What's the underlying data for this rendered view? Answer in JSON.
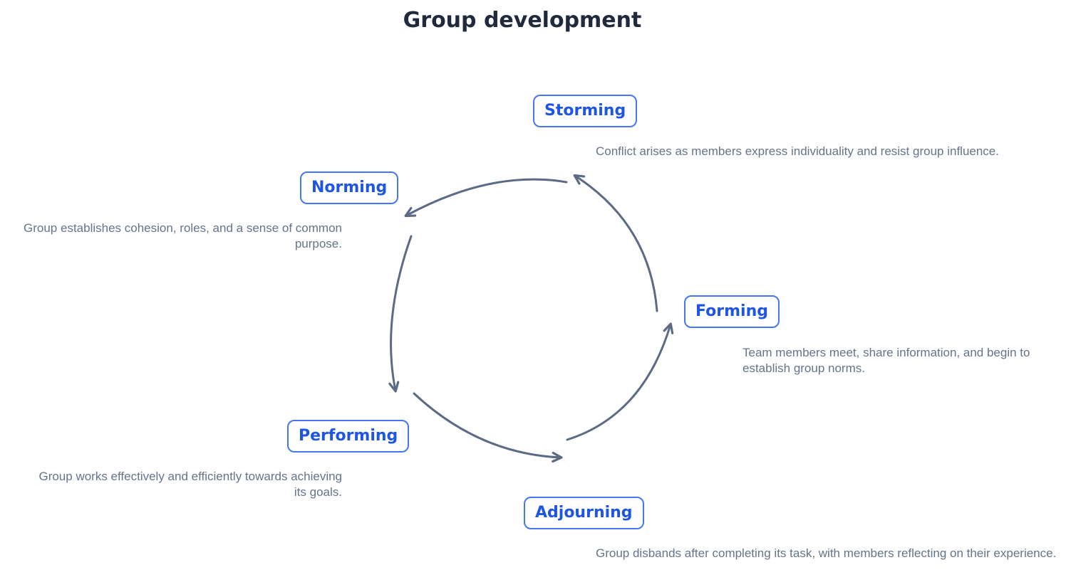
{
  "title": "Group development",
  "colors": {
    "title": "#1f2a3c",
    "node_border": "#4577f2",
    "node_label": "#1e55e4",
    "node_fill": "#ffffff",
    "arrow": "#5b6b85",
    "description": "#64748b",
    "background": "#ffffff"
  },
  "stages": [
    {
      "id": "storming",
      "label": "Storming",
      "description": "Conflict arises as members express individuality and resist group influence."
    },
    {
      "id": "norming",
      "label": "Norming",
      "description": "Group establishes cohesion, roles, and a sense of common purpose."
    },
    {
      "id": "forming",
      "label": "Forming",
      "description": "Team members meet, share information, and begin to establish group norms."
    },
    {
      "id": "performing",
      "label": "Performing",
      "description": "Group works effectively and efficiently towards achieving its goals."
    },
    {
      "id": "adjourning",
      "label": "Adjourning",
      "description": "Group disbands after completing its task, with members reflecting on their experience."
    }
  ],
  "cycle_edges": [
    {
      "from": "Forming",
      "to": "Storming"
    },
    {
      "from": "Storming",
      "to": "Norming"
    },
    {
      "from": "Norming",
      "to": "Performing"
    },
    {
      "from": "Performing",
      "to": "Adjourning"
    },
    {
      "from": "Adjourning",
      "to": "Forming"
    }
  ]
}
